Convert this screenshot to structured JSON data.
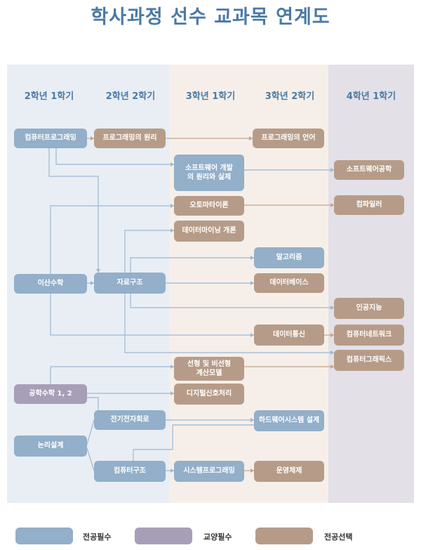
{
  "title": "학사과정 선수 교과목 연계도",
  "columns": [
    "2학년 1학기",
    "2학년 2학기",
    "3학년 1학기",
    "3학년 2학기",
    "4학년 1학기"
  ],
  "colors": {
    "major_required": "#93afc9",
    "liberal_required": "#a79fb8",
    "major_elective": "#b69c88",
    "line_blue": "#9bb8d3",
    "line_brown": "#c4a48e"
  },
  "courses": {
    "cs_programming": "컴퓨터프로그래밍",
    "discrete_math": "이산수학",
    "eng_math": "공학수학 1, 2",
    "logic_design": "논리설계",
    "programming_principles": "프로그래밍의 원리",
    "data_structures": "자료구조",
    "electrical_circuits": "전기전자회로",
    "computer_architecture": "컴퓨터구조",
    "sw_dev_principles": "소프트웨어 개발의 원리와 실제",
    "automata": "오토마타이론",
    "data_mining": "데이터마이닝 개론",
    "linear_models": "선형 및 비선형 계산모델",
    "dsp": "디지털신호처리",
    "system_programming": "시스템프로그래밍",
    "programming_languages": "프로그래밍의 언어",
    "algorithms": "알고리즘",
    "databases": "데이터베이스",
    "data_communication": "데이터통신",
    "hw_system_design": "하드웨어시스템 설계",
    "operating_systems": "운영체제",
    "software_engineering": "소프트웨어공학",
    "compilers": "컴파일러",
    "ai": "인공지능",
    "networks": "컴퓨터네트워크",
    "graphics": "컴퓨터그래픽스"
  },
  "legend": {
    "major_required": "전공필수",
    "liberal_required": "교양필수",
    "major_elective": "전공선택"
  }
}
